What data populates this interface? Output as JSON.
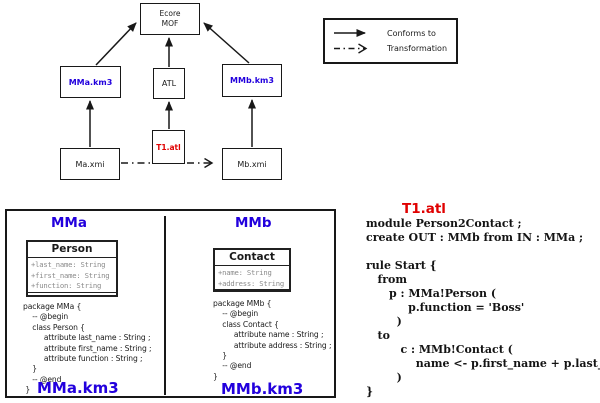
{
  "colors": {
    "blue": "#2200dd",
    "red": "#e00000",
    "attr_gray": "#8a8a8a",
    "line": "#181818"
  },
  "diagram": {
    "nodes": {
      "ecore": {
        "label": "Ecore\nMOF"
      },
      "mma_km3": {
        "label": "MMa.km3"
      },
      "atl": {
        "label": "ATL"
      },
      "mmb_km3": {
        "label": "MMb.km3"
      },
      "ma_xmi": {
        "label": "Ma.xmi"
      },
      "t1_atl": {
        "label": "T1.atl"
      },
      "mb_xmi": {
        "label": "Mb.xmi"
      }
    },
    "legend": {
      "conforms_label": "Conforms to",
      "transform_label": "Transformation"
    }
  },
  "metamodels": {
    "mma": {
      "title": "MMa",
      "class_box": {
        "name": "Person",
        "attributes": [
          "+last_name: String",
          "+first_name: String",
          "+function: String"
        ]
      },
      "code_lines": [
        "package MMa {",
        "    -- @begin",
        "    class Person {",
        "         attribute last_name : String ;",
        "         attribute first_name : String ;",
        "         attribute function : String ;",
        "    }",
        "    -- @end",
        " }"
      ],
      "file_label": "MMa.km3"
    },
    "mmb": {
      "title": "MMb",
      "class_box": {
        "name": "Contact",
        "attributes": [
          "+name: String",
          "+address: String"
        ]
      },
      "code_lines": [
        "package MMb {",
        "    -- @begin",
        "    class Contact {",
        "         attribute name : String ;",
        "         attribute address : String ;",
        "    }",
        "    -- @end",
        "}"
      ],
      "file_label": "MMb.km3"
    }
  },
  "transformation": {
    "title": "T1.atl",
    "code_lines": [
      "module Person2Contact ;",
      "create OUT : MMb from IN : MMa ;",
      "",
      "rule Start {",
      "   from",
      "      p : MMa!Person (",
      "           p.function = 'Boss'",
      "        )",
      "   to",
      "         c : MMb!Contact (",
      "             name <- p.first_name + p.last_name",
      "        )",
      "}"
    ]
  }
}
